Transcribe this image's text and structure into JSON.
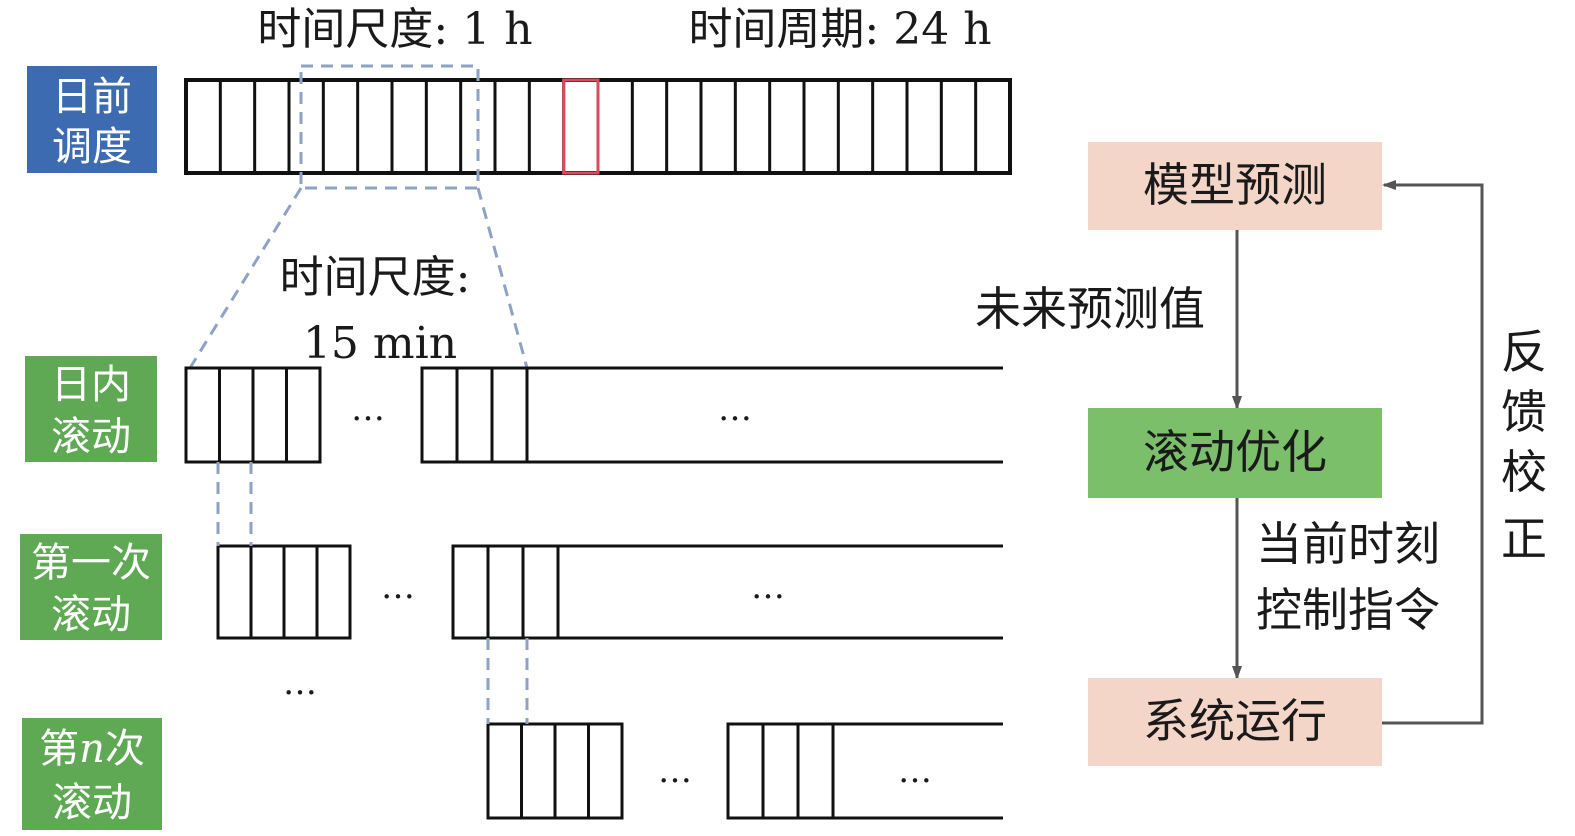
{
  "top_labels": {
    "hourly_scale": "时间尺度: 1 h",
    "period": "时间周期: 24 h",
    "intraday_scale_line1": "时间尺度:",
    "intraday_scale_line2": "15 min"
  },
  "row_labels": {
    "day_ahead": [
      "日前",
      "调度"
    ],
    "intraday": [
      "日内",
      "滚动"
    ],
    "first_roll": [
      "第一次",
      "滚动"
    ],
    "nth_roll_prefix": "第",
    "nth_roll_var": "n",
    "nth_roll_suffix": "次",
    "nth_roll_line2": "滚动"
  },
  "ellipsis": "…",
  "flow": {
    "predict": "模型预测",
    "future_values": "未来预测值",
    "optimize": "滚动优化",
    "command_line1": "当前时刻",
    "command_line2": "控制指令",
    "operate": "系统运行",
    "feedback": [
      "反",
      "馈",
      "校",
      "正"
    ]
  },
  "colors": {
    "blue_tag": "#3d6bb1",
    "green_tag": "#5fa854",
    "flow_pink": "#f4d6c8",
    "flow_green": "#7bbf6a",
    "dashed": "#8fa2c4",
    "highlight": "#d94a5a"
  }
}
